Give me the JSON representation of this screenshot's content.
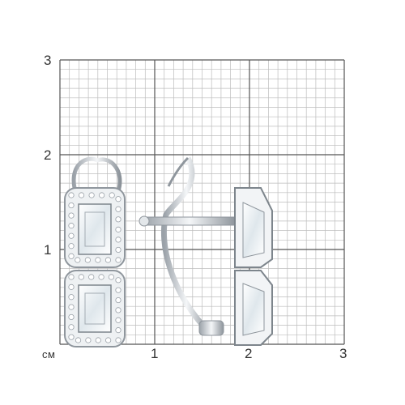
{
  "measurement_grid": {
    "unit": "см",
    "x_ticks": [
      "1",
      "2",
      "3"
    ],
    "y_ticks": [
      "3",
      "2",
      "1"
    ],
    "range_cm": [
      0,
      3
    ],
    "minor_per_cm": 10,
    "major_grid_color": "#555555",
    "minor_grid_color": "#bdbdbd"
  },
  "product": {
    "front_view": "earring-front-icon",
    "side_view": "earring-side-icon",
    "metal_color": "#dfe3e8",
    "stone_color": "#f4f7f9"
  }
}
